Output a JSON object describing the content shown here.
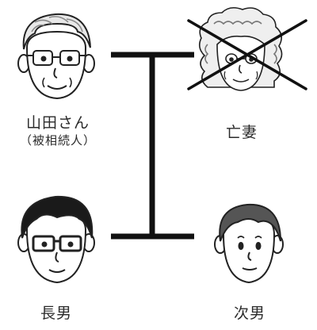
{
  "people": {
    "father": {
      "name": "山田さん",
      "note": "（被相続人）"
    },
    "wife": {
      "name": "亡妻"
    },
    "son1": {
      "name": "長男"
    },
    "son2": {
      "name": "次男"
    }
  },
  "colors": {
    "line": "#111111",
    "skin": "#ffffff",
    "hair_dark": "#1a1a1a",
    "hair_gray": "#888888",
    "cross": "#111111"
  }
}
